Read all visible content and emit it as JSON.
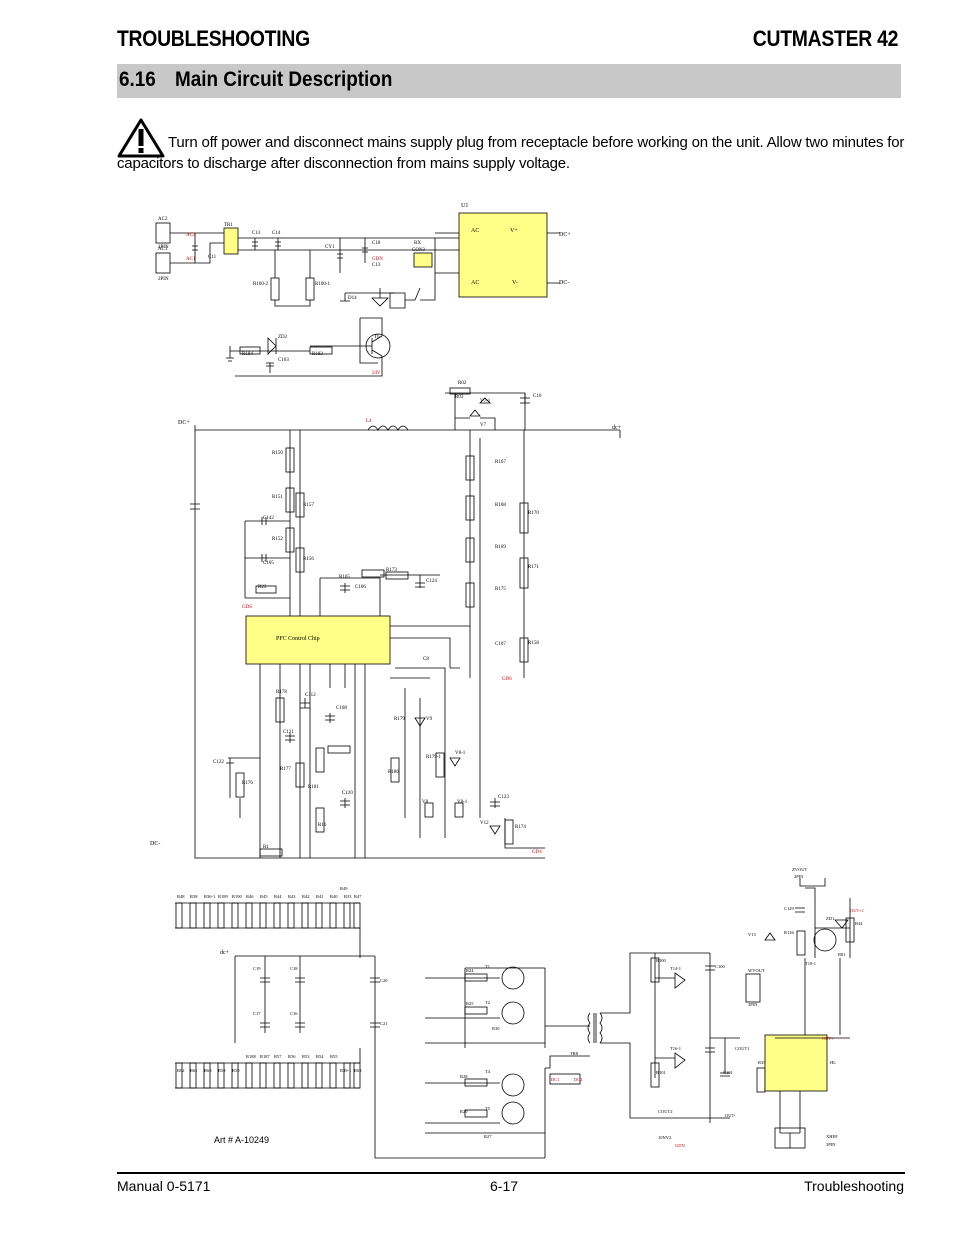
{
  "header": {
    "left": "TROUBLESHOOTING",
    "right": "CUTMASTER 42"
  },
  "section": {
    "number": "6.16",
    "title": "Main Circuit Description"
  },
  "warning": {
    "icon": "warning-triangle-icon",
    "text": "Turn off power and disconnect mains supply plug from receptacle before working on the unit. Allow two minutes for capacitors to discharge after disconnection from mains supply voltage."
  },
  "schematic": {
    "module_u1": {
      "ref": "U1",
      "pin_ac1": "AC",
      "pin_ac2": "AC",
      "pin_vp": "V+",
      "pin_vm": "V-",
      "out_p": "DC+",
      "out_m": "DC-"
    },
    "pfc_chip": "PFC Control Chip",
    "rails": {
      "dcp_left": "DC+",
      "dcp_right": "dc+",
      "dcm": "DC-",
      "dc_low": "dc+"
    },
    "labels_top": [
      "AC2",
      "2PIN",
      "AC1",
      "2PIN",
      "AC2",
      "AC1",
      "TR1",
      "C13",
      "C14",
      "C11",
      "CY1",
      "C18",
      "GDN",
      "C13",
      "RX",
      "CON3",
      "R100-2",
      "R100-1",
      "D14",
      "T6",
      "ZD2",
      "C103",
      "R184",
      "R183",
      "24V"
    ],
    "labels_mid": [
      "L4",
      "R02",
      "R03",
      "V7-1",
      "V7",
      "C10",
      "R150",
      "R151",
      "R152",
      "R157",
      "R156",
      "C142",
      "C105",
      "R23",
      "GDS",
      "R165",
      "C106",
      "R173",
      "C124",
      "R167",
      "R168",
      "R169",
      "R170",
      "R171",
      "R175",
      "R158",
      "C107",
      "R176",
      "R177",
      "R178",
      "C112",
      "C108",
      "C121",
      "C122",
      "R181",
      "R16",
      "C120",
      "R179",
      "V9",
      "V8-1",
      "C8",
      "R186",
      "R179-1",
      "V8",
      "V8-1",
      "C123",
      "V12",
      "R174",
      "R1",
      "GD4",
      "GD6"
    ],
    "labels_bottom": [
      "R48",
      "R38",
      "R36-1",
      "R189",
      "R190",
      "R46",
      "R45",
      "R44",
      "R43",
      "R42",
      "R41",
      "R40",
      "R33",
      "R49",
      "R47",
      "C19",
      "C18",
      "C20",
      "C17",
      "C16",
      "C21",
      "R62",
      "R61",
      "R60",
      "R58",
      "R59",
      "R188",
      "R187",
      "R57",
      "R56",
      "R53",
      "R54",
      "R55",
      "R39-1",
      "R63",
      "T1",
      "T2",
      "T4",
      "T5",
      "R24",
      "R25",
      "R30",
      "R28",
      "R29",
      "R27",
      "TR8",
      "DC1",
      "DC2",
      "R100",
      "R101",
      "T14-1",
      "T16-1",
      "C100",
      "C101",
      "COUT1",
      "COUT2",
      "10NV2",
      "GDN",
      "OUT-",
      "R126",
      "ZD1",
      "R34",
      "R81",
      "T10-1",
      "V13",
      "ZVOUT",
      "2PIN",
      "C129",
      "WVOUT",
      "3PIN",
      "OUT+1",
      "OUT+",
      "HL",
      "XHEF",
      "3PIN",
      "R35"
    ],
    "art_number": "Art # A-10249"
  },
  "footer": {
    "left": "Manual 0-5171",
    "center": "6-17",
    "right": "Troubleshooting"
  },
  "colors": {
    "ink": "#000000",
    "red_text": "#cc0000",
    "title_bar": "#c8c8c8",
    "chip_fill": "#ffff88"
  }
}
